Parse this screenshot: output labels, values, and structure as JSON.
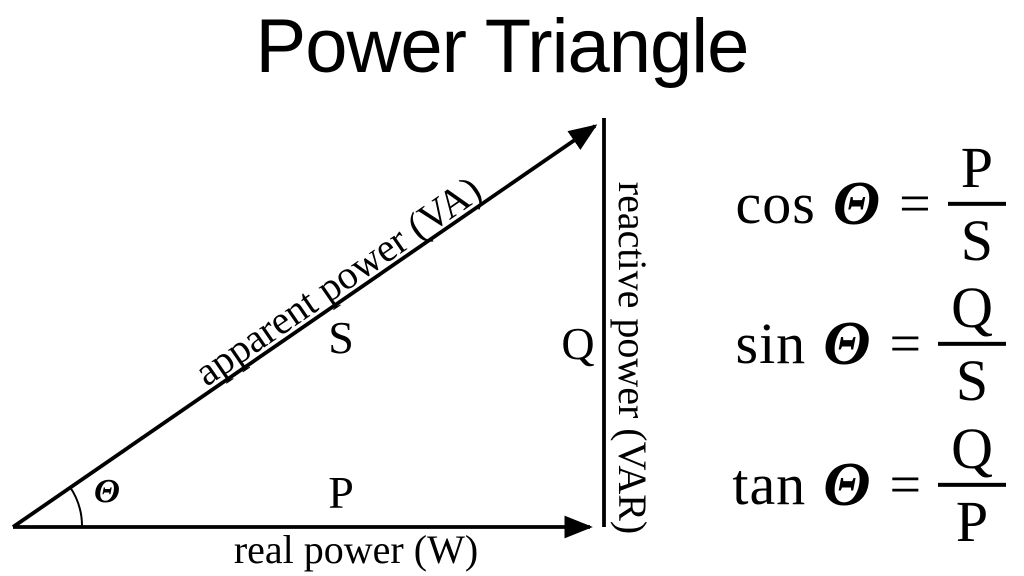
{
  "title": "Power Triangle",
  "triangle": {
    "hypotenuse": {
      "name": "apparent power (VA)",
      "symbol": "S"
    },
    "vertical": {
      "name": "reactive power (VAR)",
      "symbol": "Q"
    },
    "horizontal": {
      "name": "real power (W)",
      "symbol": "P"
    },
    "angle": {
      "symbol": "Θ"
    }
  },
  "formulas": [
    {
      "function": "cos",
      "angle": "Θ",
      "equals": "=",
      "numerator": "P",
      "denominator": "S"
    },
    {
      "function": "sin",
      "angle": "Θ",
      "equals": "=",
      "numerator": "Q",
      "denominator": "S"
    },
    {
      "function": "tan",
      "angle": "Θ",
      "equals": "=",
      "numerator": "Q",
      "denominator": "P"
    }
  ],
  "colors": {
    "background": "#ffffff",
    "ink": "#000000"
  }
}
